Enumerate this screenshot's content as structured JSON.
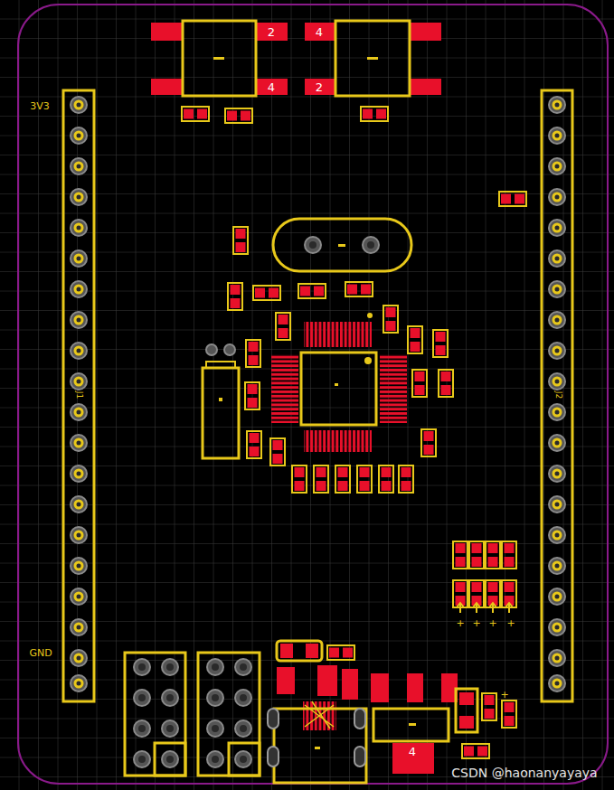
{
  "diagram": {
    "labels": [
      "2",
      "4",
      "4",
      "2",
      "3V3",
      "J1",
      "GND",
      "J2",
      "+",
      "+",
      "+",
      "+",
      "+",
      "4",
      "CSDN @haonanyayaya"
    ]
  }
}
